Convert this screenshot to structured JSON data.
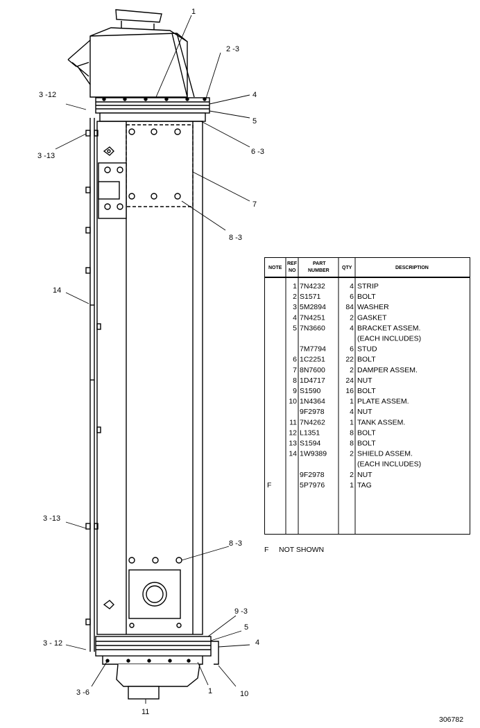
{
  "callouts": {
    "c1_top": "1",
    "c2_3_top": "2 -3",
    "c4_top": "4",
    "c5_top": "5",
    "c6_3_top": "6 -3",
    "c7": "7",
    "c8_3_top": "8 -3",
    "c3_12_top": "3 -12",
    "c3_13_top": "3 -13",
    "c14": "14",
    "c3_13_bot": "3 -13",
    "c8_3_bot": "8 -3",
    "c9_3": "9 -3",
    "c5_bot": "5",
    "c4_bot": "4",
    "c3_12_bot": "3 - 12",
    "c3_6": "3 -6",
    "c1_bot": "1",
    "c10": "10",
    "c11": "11"
  },
  "table": {
    "headers": {
      "note": "NOTE",
      "ref_no_1": "REF",
      "ref_no_2": "NO",
      "part_number_1": "PART",
      "part_number_2": "NUMBER",
      "qty": "QTY",
      "description": "DESCRIPTION"
    },
    "rows": [
      {
        "note": "",
        "ref": "1",
        "part": "7N4232",
        "qty": "4",
        "desc": "STRIP"
      },
      {
        "note": "",
        "ref": "2",
        "part": "S1571",
        "qty": "6",
        "desc": "BOLT"
      },
      {
        "note": "",
        "ref": "3",
        "part": "5M2894",
        "qty": "84",
        "desc": "WASHER"
      },
      {
        "note": "",
        "ref": "4",
        "part": "7N4251",
        "qty": "2",
        "desc": "GASKET"
      },
      {
        "note": "",
        "ref": "5",
        "part": "7N3660",
        "qty": "4",
        "desc": "BRACKET ASSEM."
      },
      {
        "note": "",
        "ref": "",
        "part": "",
        "qty": "",
        "desc": "   (EACH INCLUDES)"
      },
      {
        "note": "",
        "ref": "",
        "part": "7M7794",
        "qty": "6",
        "desc": "   STUD"
      },
      {
        "note": "",
        "ref": "6",
        "part": "1C2251",
        "qty": "22",
        "desc": "BOLT"
      },
      {
        "note": "",
        "ref": "7",
        "part": "8N7600",
        "qty": "2",
        "desc": "DAMPER ASSEM."
      },
      {
        "note": "",
        "ref": "8",
        "part": "1D4717",
        "qty": "24",
        "desc": "NUT"
      },
      {
        "note": "",
        "ref": "9",
        "part": "S1590",
        "qty": "16",
        "desc": "BOLT"
      },
      {
        "note": "",
        "ref": "10",
        "part": "1N4364",
        "qty": "1",
        "desc": "PLATE ASSEM."
      },
      {
        "note": "",
        "ref": "",
        "part": "9F2978",
        "qty": "4",
        "desc": "   NUT"
      },
      {
        "note": "",
        "ref": "11",
        "part": "7N4262",
        "qty": "1",
        "desc": "TANK ASSEM."
      },
      {
        "note": "",
        "ref": "12",
        "part": "L1351",
        "qty": "8",
        "desc": "BOLT"
      },
      {
        "note": "",
        "ref": "13",
        "part": "S1594",
        "qty": "8",
        "desc": "BOLT"
      },
      {
        "note": "",
        "ref": "14",
        "part": "1W9389",
        "qty": "2",
        "desc": "SHIELD ASSEM."
      },
      {
        "note": "",
        "ref": "",
        "part": "",
        "qty": "",
        "desc": "   (EACH INCLUDES)"
      },
      {
        "note": "",
        "ref": "",
        "part": "9F2978",
        "qty": "2",
        "desc": "   NUT"
      },
      {
        "note": "F",
        "ref": "",
        "part": "5P7976",
        "qty": "1",
        "desc": "   TAG"
      }
    ]
  },
  "footnote": "F     NOT SHOWN",
  "drawing_number": "306782"
}
